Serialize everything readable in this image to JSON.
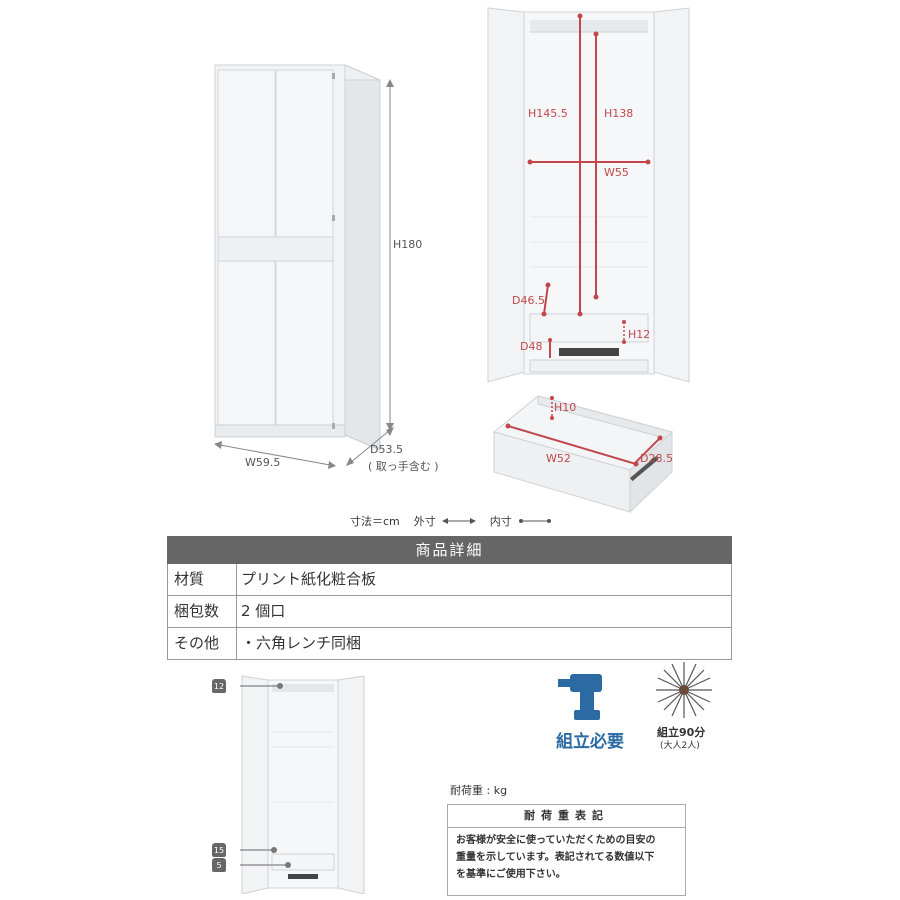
{
  "dimensions": {
    "height": "H180",
    "width": "W59.5",
    "depth": "D53.5",
    "depth_note": "( 取っ手含む )",
    "inner_h1": "H145.5",
    "inner_h2": "H138",
    "inner_w": "W55",
    "inner_d1": "D46.5",
    "inner_h_drawer": "H12",
    "inner_d2": "D48",
    "drawer_h": "H10",
    "drawer_w": "W52",
    "drawer_d": "D28.5"
  },
  "legend": {
    "unit": "寸法＝cm",
    "outer": "外寸",
    "inner": "内寸"
  },
  "spec": {
    "title": "商品詳細",
    "rows": [
      {
        "label": "材質",
        "value": "プリント紙化粧合板"
      },
      {
        "label": "梱包数",
        "value": "2 個口"
      },
      {
        "label": "その他",
        "value": "・六角レンチ同梱"
      }
    ]
  },
  "assembly": {
    "required": "組立必要",
    "time": "組立90分",
    "people": "(大人2人)"
  },
  "load": {
    "unit_note": "耐荷重 : kg",
    "title": "耐荷重表記",
    "text_line1": "お客様が安全に使っていただくための目安の",
    "text_line2": "重量を示しています。表記されてる数値以下",
    "text_line3": "を基準にご使用下さい。",
    "w_top": "12",
    "w_mid": "15",
    "w_bot": "5"
  },
  "colors": {
    "accent_red": "#c0484c",
    "header_gray": "#666666"
  }
}
